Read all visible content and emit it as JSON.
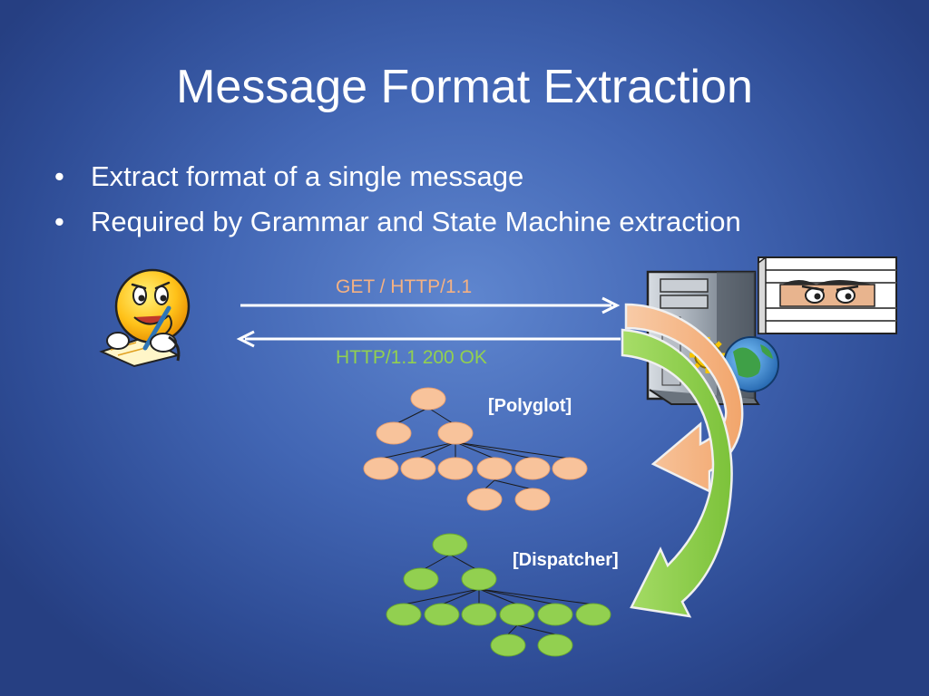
{
  "slide": {
    "title": "Message Format Extraction",
    "bullets": [
      "Extract format of a single message",
      "Required by Grammar and State Machine extraction"
    ],
    "bullet_glyph": "•"
  },
  "messages": {
    "request": "GET / HTTP/1.1",
    "response": "HTTP/1.1 200 OK"
  },
  "trees": {
    "polyglot_label": "[Polyglot]",
    "dispatcher_label": "[Dispatcher]"
  },
  "colors": {
    "request": "#f4b183",
    "response": "#92d050",
    "polyglot_node": "#f8c39b",
    "dispatcher_node": "#92d050"
  },
  "icons": {
    "client": "smiley-writing-icon",
    "server": "server-tower-icon",
    "spy": "peeking-eyes-icon",
    "globe": "globe-icon"
  }
}
